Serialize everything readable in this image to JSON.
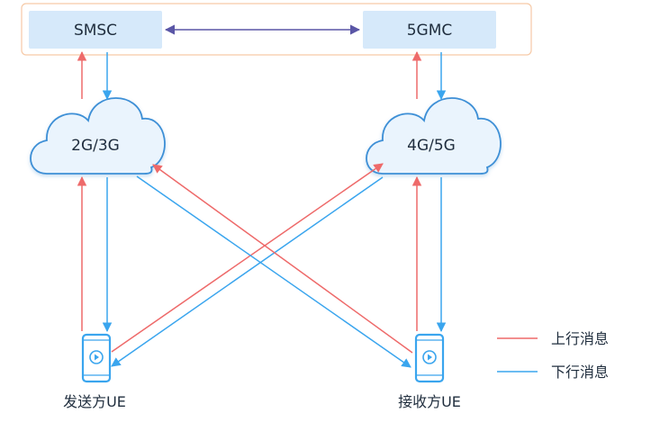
{
  "colors": {
    "uplink": "#ee6a6a",
    "downlink": "#3aa5ee",
    "core_link": "#5a56a6",
    "box_fill": "#d6e9fa",
    "frame": "#f6c9a6",
    "cloud_fill": "#eaf4fd",
    "cloud_stroke": "#3d8fd6",
    "phone": "#3aa5ee"
  },
  "nodes": {
    "smsc": "SMSC",
    "mc5g": "5GMC",
    "net_2g3g": "2G/3G",
    "net_4g5g": "4G/5G",
    "sender_ue": "发送方UE",
    "receiver_ue": "接收方UE"
  },
  "legend": {
    "uplink": "上行消息",
    "downlink": "下行消息"
  }
}
